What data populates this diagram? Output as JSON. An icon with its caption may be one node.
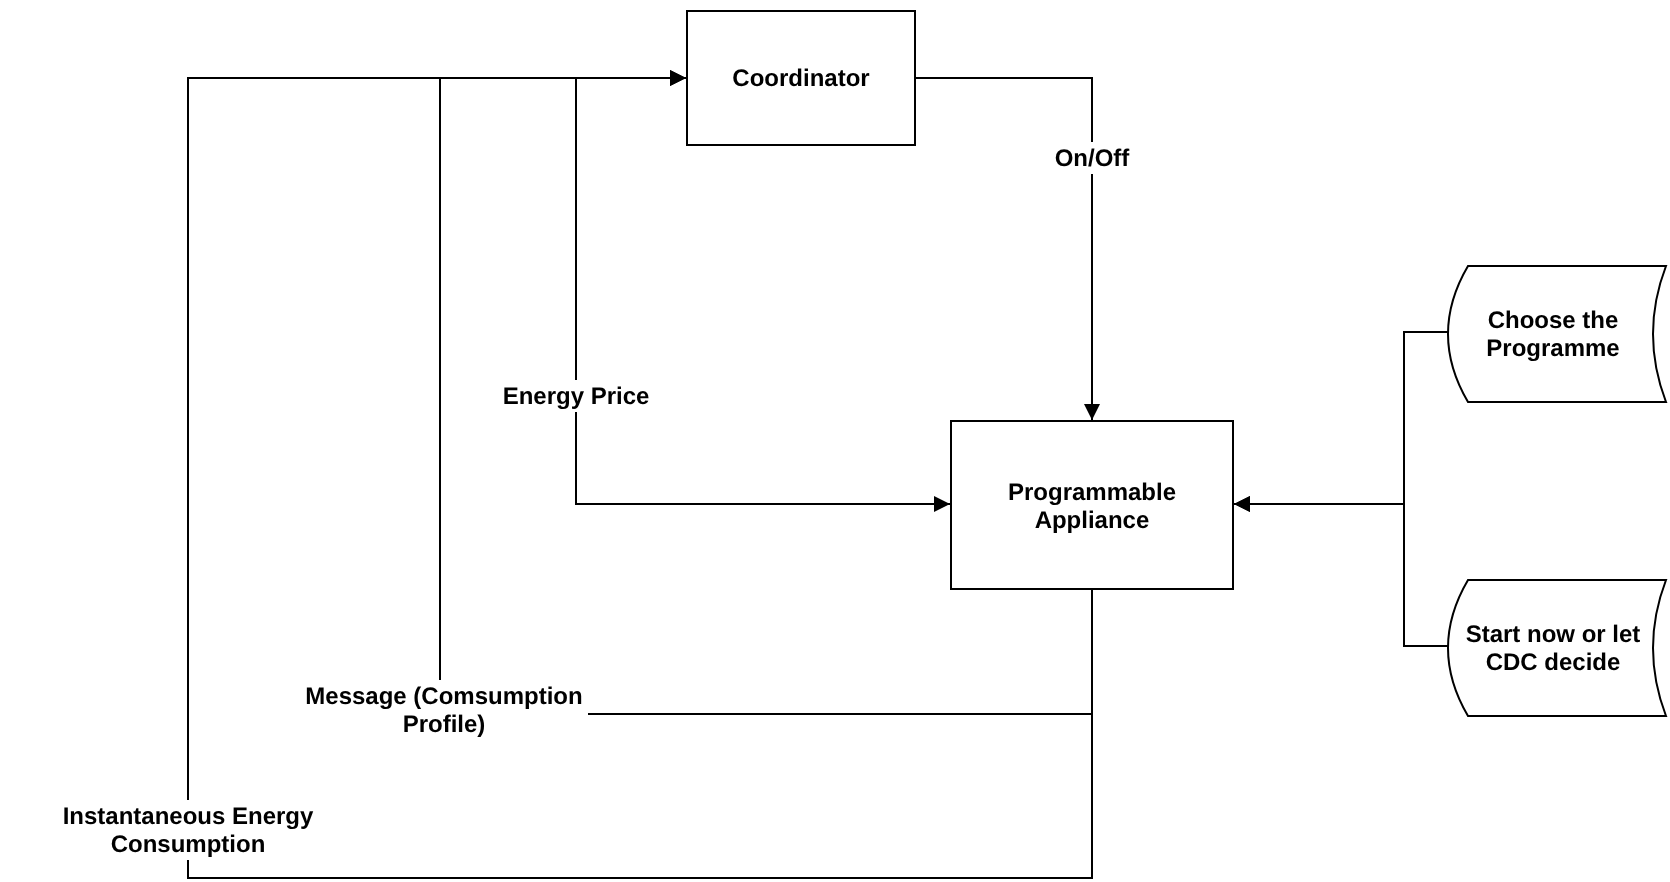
{
  "diagram": {
    "nodes": [
      {
        "text": [
          "Coordinator"
        ]
      },
      {
        "text": [
          "Programmable Appliance"
        ]
      },
      {
        "text": [
          "Choose the Programme"
        ]
      },
      {
        "text": [
          "Start now or let CDC decide"
        ]
      }
    ],
    "edges": [
      {
        "from": 0,
        "to": 1,
        "arrow": "to",
        "label": "On/Off"
      },
      {
        "from": 0,
        "to": 1,
        "arrow": "to",
        "label": "Energy Price"
      },
      {
        "from": 1,
        "to": 0,
        "arrow": "to",
        "label": "Message (Comsumption Profile)"
      },
      {
        "from": 1,
        "to": 0,
        "arrow": "to",
        "label": "Instantaneous Energy Consumption"
      },
      {
        "from": 2,
        "to": 1,
        "arrow": "to"
      },
      {
        "from": 3,
        "to": 1,
        "arrow": "to"
      }
    ]
  }
}
